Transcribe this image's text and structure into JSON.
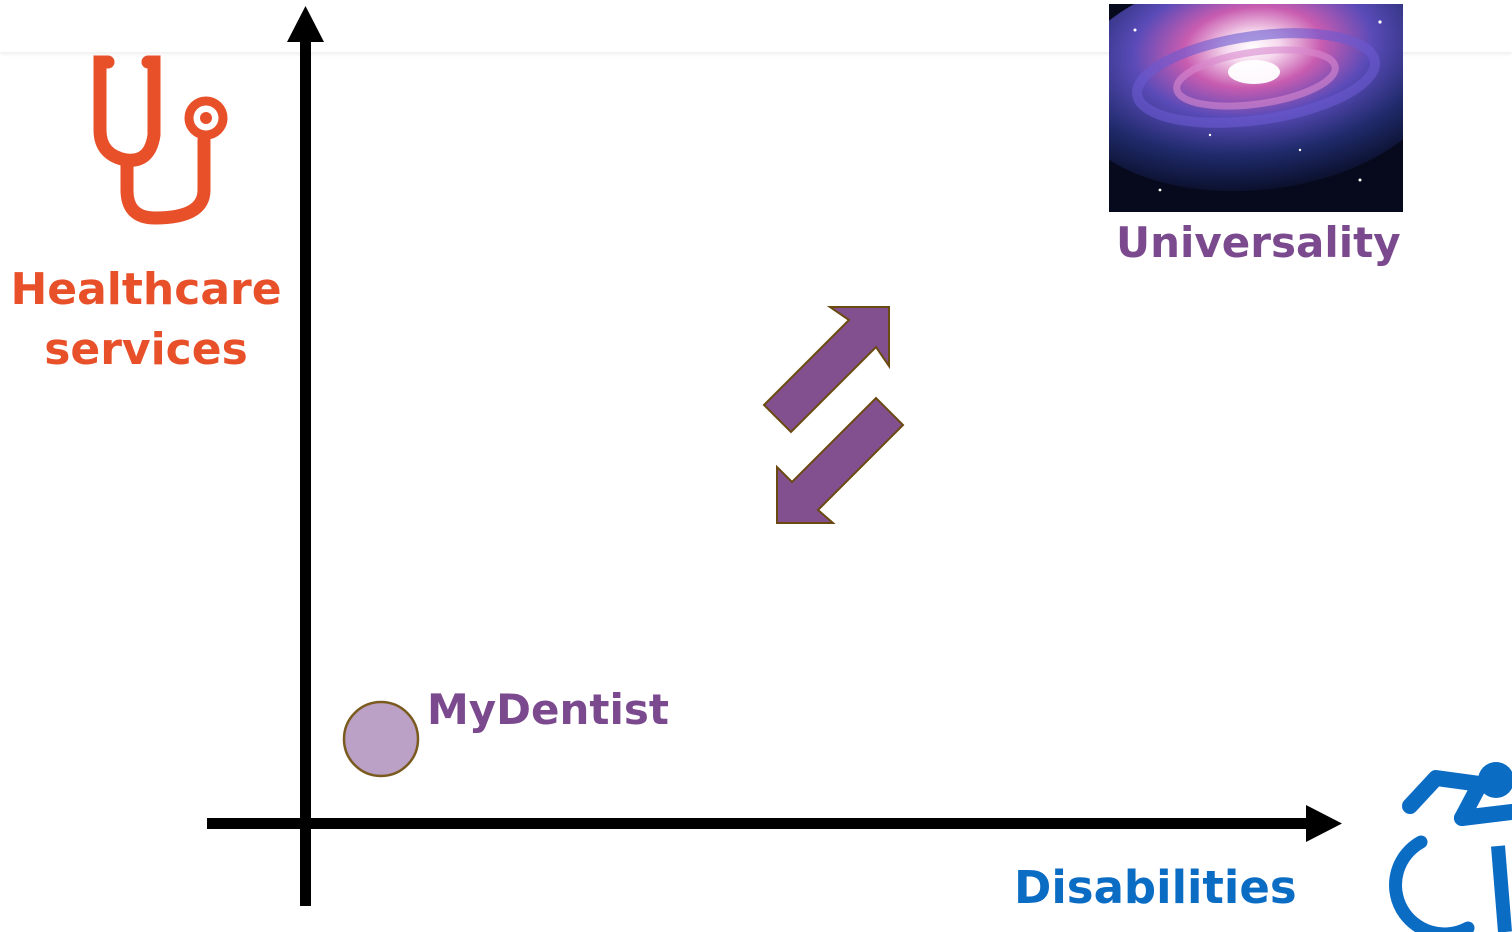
{
  "axes": {
    "y_label_line1": "Healthcare",
    "y_label_line2": "services",
    "x_label": "Disabilities"
  },
  "nodes": {
    "universality_label": "Universality",
    "mydentist_label": "MyDentist"
  },
  "icons": {
    "y_axis_icon": "stethoscope-icon",
    "x_axis_icon": "accessibility-wheelchair-icon",
    "universality_image": "galaxy-image",
    "center_arrows": "bidirectional-diagonal-arrows"
  },
  "colors": {
    "healthcare": "#E8502A",
    "disabilities": "#0B6CC4",
    "accent_purple": "#7B4A8E",
    "arrow_fill": "#83508F",
    "arrow_stroke": "#6A4A10",
    "dot_fill": "#BBA1C5",
    "dot_stroke": "#7A5A1E",
    "axis": "#000000"
  }
}
